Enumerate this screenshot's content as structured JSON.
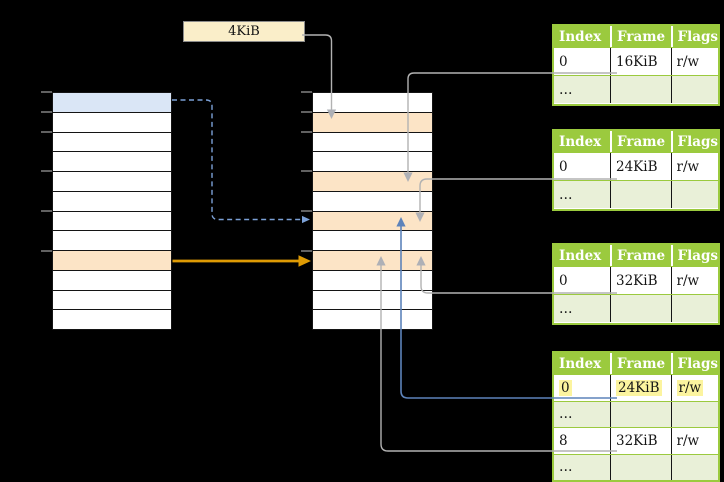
{
  "page_size_label": "4KiB",
  "colors": {
    "background": "#000000",
    "table_header_green": "#9bca3e",
    "table_row_light_green": "#e9f0d8",
    "highlight_orange": "#fce4c6",
    "highlight_blue": "#dae6f6",
    "label_box_cream": "#faeec9",
    "text_highlight_yellow": "#fcf49f",
    "arrow_gray": "#b2b2b2",
    "arrow_blue": "#5d83ba",
    "arrow_dashed_blue": "#7ba0d6",
    "arrow_orange": "#df9b04"
  },
  "left_memory_column": {
    "row_count": 12,
    "tick_boundaries": [
      0,
      1,
      2,
      4,
      6,
      8
    ],
    "highlighted_rows": [
      {
        "index": 0,
        "color_key": "highlight_blue"
      },
      {
        "index": 8,
        "color_key": "highlight_orange"
      }
    ]
  },
  "middle_memory_column": {
    "row_count": 12,
    "tick_boundaries": [
      0,
      1,
      2,
      4,
      6,
      8
    ],
    "highlighted_rows": [
      {
        "index": 1,
        "color_key": "highlight_orange"
      },
      {
        "index": 4,
        "color_key": "highlight_orange"
      },
      {
        "index": 6,
        "color_key": "highlight_orange"
      },
      {
        "index": 8,
        "color_key": "highlight_orange"
      }
    ]
  },
  "page_tables": [
    {
      "name": "page-table-1",
      "columns": [
        "Index",
        "Frame",
        "Flags"
      ],
      "rows": [
        {
          "cells": [
            "0",
            "16KiB",
            "r/w"
          ]
        },
        {
          "cells": [
            "…",
            "",
            ""
          ],
          "shaded": true
        }
      ]
    },
    {
      "name": "page-table-2",
      "columns": [
        "Index",
        "Frame",
        "Flags"
      ],
      "rows": [
        {
          "cells": [
            "0",
            "24KiB",
            "r/w"
          ]
        },
        {
          "cells": [
            "…",
            "",
            ""
          ],
          "shaded": true
        }
      ]
    },
    {
      "name": "page-table-3",
      "columns": [
        "Index",
        "Frame",
        "Flags"
      ],
      "rows": [
        {
          "cells": [
            "0",
            "32KiB",
            "r/w"
          ]
        },
        {
          "cells": [
            "…",
            "",
            ""
          ],
          "shaded": true
        }
      ]
    },
    {
      "name": "page-table-4",
      "columns": [
        "Index",
        "Frame",
        "Flags"
      ],
      "rows": [
        {
          "cells": [
            "0",
            "24KiB",
            "r/w"
          ],
          "highlighted": true
        },
        {
          "cells": [
            "…",
            "",
            ""
          ],
          "shaded": true
        },
        {
          "cells": [
            "8",
            "32KiB",
            "r/w"
          ]
        },
        {
          "cells": [
            "…",
            "",
            ""
          ],
          "shaded": true
        }
      ]
    }
  ],
  "connectors": [
    {
      "id": "page-size-to-frame",
      "from": "page-size-label",
      "to": "middle-row-1",
      "style": "solid",
      "color_key": "arrow_gray"
    },
    {
      "id": "table1-frame-location",
      "from": "page-table-1-row0",
      "to": "middle-row-4",
      "style": "solid",
      "color_key": "arrow_gray"
    },
    {
      "id": "table2-frame-location",
      "from": "page-table-2-row0",
      "to": "middle-row-6",
      "style": "solid",
      "color_key": "arrow_gray"
    },
    {
      "id": "table3-frame-location",
      "from": "page-table-3-row0",
      "to": "middle-row-8",
      "style": "solid",
      "color_key": "arrow_gray"
    },
    {
      "id": "table4-row8-frame-location",
      "from": "page-table-4-row8",
      "to": "middle-row-8",
      "style": "solid",
      "color_key": "arrow_gray"
    },
    {
      "id": "table4-row0-frame-location",
      "from": "page-table-4-row0",
      "to": "middle-row-6",
      "style": "solid",
      "color_key": "arrow_blue"
    },
    {
      "id": "left-row0-mapping",
      "from": "left-row-0",
      "to": "middle-row-6",
      "style": "dashed",
      "color_key": "arrow_dashed_blue"
    },
    {
      "id": "left-row8-mapping",
      "from": "left-row-8",
      "to": "middle-row-8",
      "style": "solid",
      "color_key": "arrow_orange"
    }
  ]
}
